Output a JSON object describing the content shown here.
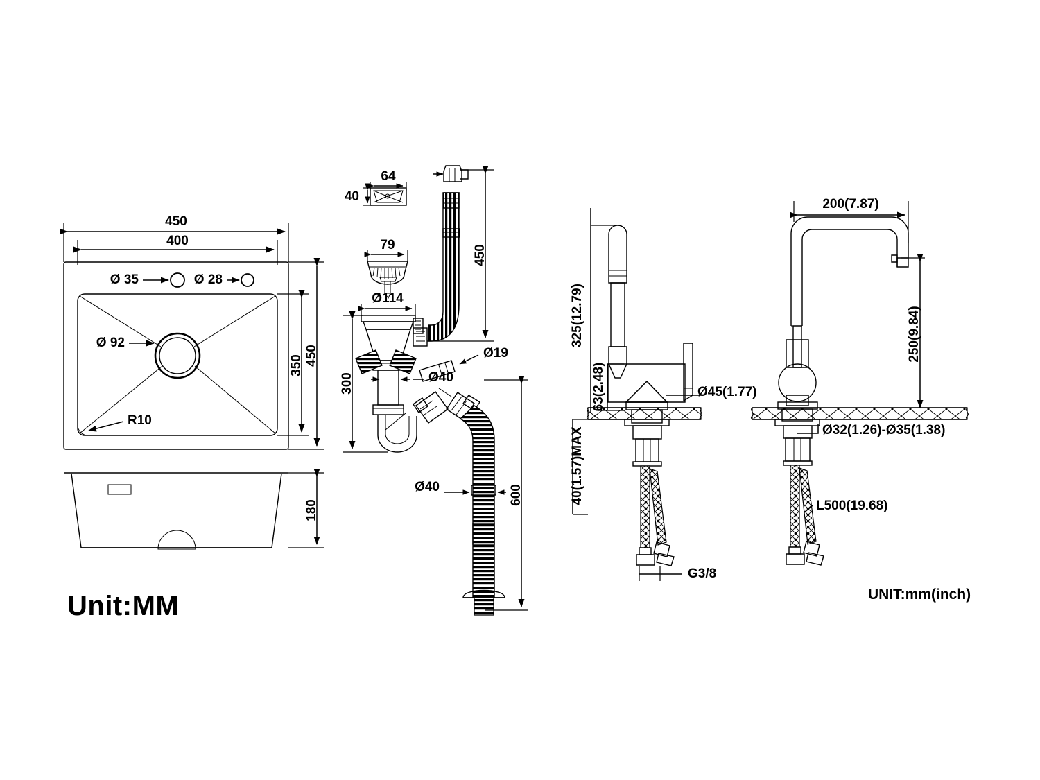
{
  "drawing": {
    "title": "Kitchen sink and faucet dimensioned technical drawing",
    "background_color": "#ffffff",
    "line_color": "#000000"
  },
  "sink_top_view": {
    "name": "sink-top-view",
    "dimensions": {
      "overall_width": "450",
      "bowl_width": "400",
      "overall_depth": "450",
      "bowl_depth": "350"
    },
    "callouts": {
      "hole_large": "Ø 35",
      "hole_small": "Ø 28",
      "drain_hole": "Ø 92",
      "corner_radius": "R10"
    }
  },
  "sink_side_view": {
    "name": "sink-side-view",
    "dimensions": {
      "bowl_depth": "180"
    }
  },
  "unit_label_left": "Unit:MM",
  "drain_assembly": {
    "name": "drain-assembly",
    "overflow_cover": {
      "width": "64",
      "height": "40"
    },
    "strainer_basket": {
      "width": "79"
    },
    "flange": {
      "diameter": "Ø114"
    },
    "overflow_hose_length": "450",
    "trap_height": "300",
    "inlet_port": "Ø19",
    "tailpiece": "Ø40",
    "waste_hose_diameter": "Ø40",
    "waste_hose_length": "600"
  },
  "faucet_left": {
    "name": "faucet-pull-down-left",
    "dimensions": {
      "total_height": "325(12.79)",
      "spout_height": "63(2.48)",
      "base_diameter": "Ø45(1.77)",
      "counter_thickness": "40(1.57)MAX",
      "thread_size": "G3/8"
    }
  },
  "faucet_right": {
    "name": "faucet-square-gooseneck-right",
    "dimensions": {
      "spout_reach": "200(7.87)",
      "spout_height": "250(9.84)",
      "mounting_hole": "Ø32(1.26)-Ø35(1.38)",
      "hose_length": "L500(19.68)"
    }
  },
  "unit_label_right": "UNIT:mm(inch)"
}
